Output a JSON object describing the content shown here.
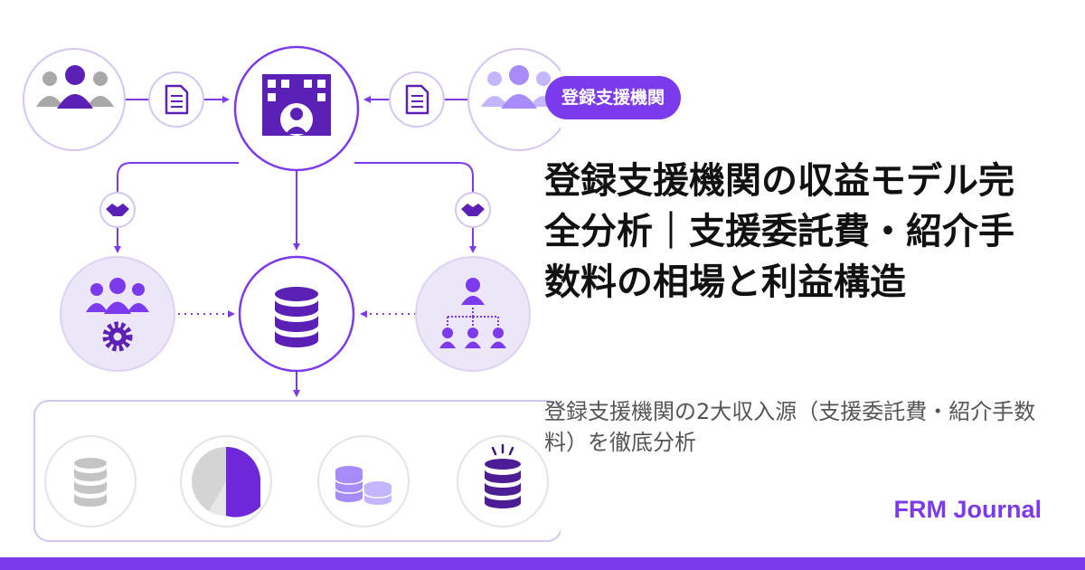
{
  "badge": "登録支援機関",
  "title": "登録支援機関の収益モデル完全分析｜支援委託費・紹介手数料の相場と利益構造",
  "subtitle": "登録支援機関の2大収入源（支援委託費・紹介手数料）を徹底分析",
  "brand": "FRM Journal",
  "colors": {
    "accent": "#7c3aed",
    "accent_light": "#ece6f8",
    "icon_gray": "#a8a8a8",
    "text_dark": "#111111",
    "text_gray": "#555555"
  },
  "icons": [
    "people-group-icon",
    "document-icon",
    "office-building-icon",
    "handshake-icon",
    "team-gear-icon",
    "database-icon",
    "org-hierarchy-icon",
    "pie-chart-icon",
    "coin-stack-icon"
  ]
}
